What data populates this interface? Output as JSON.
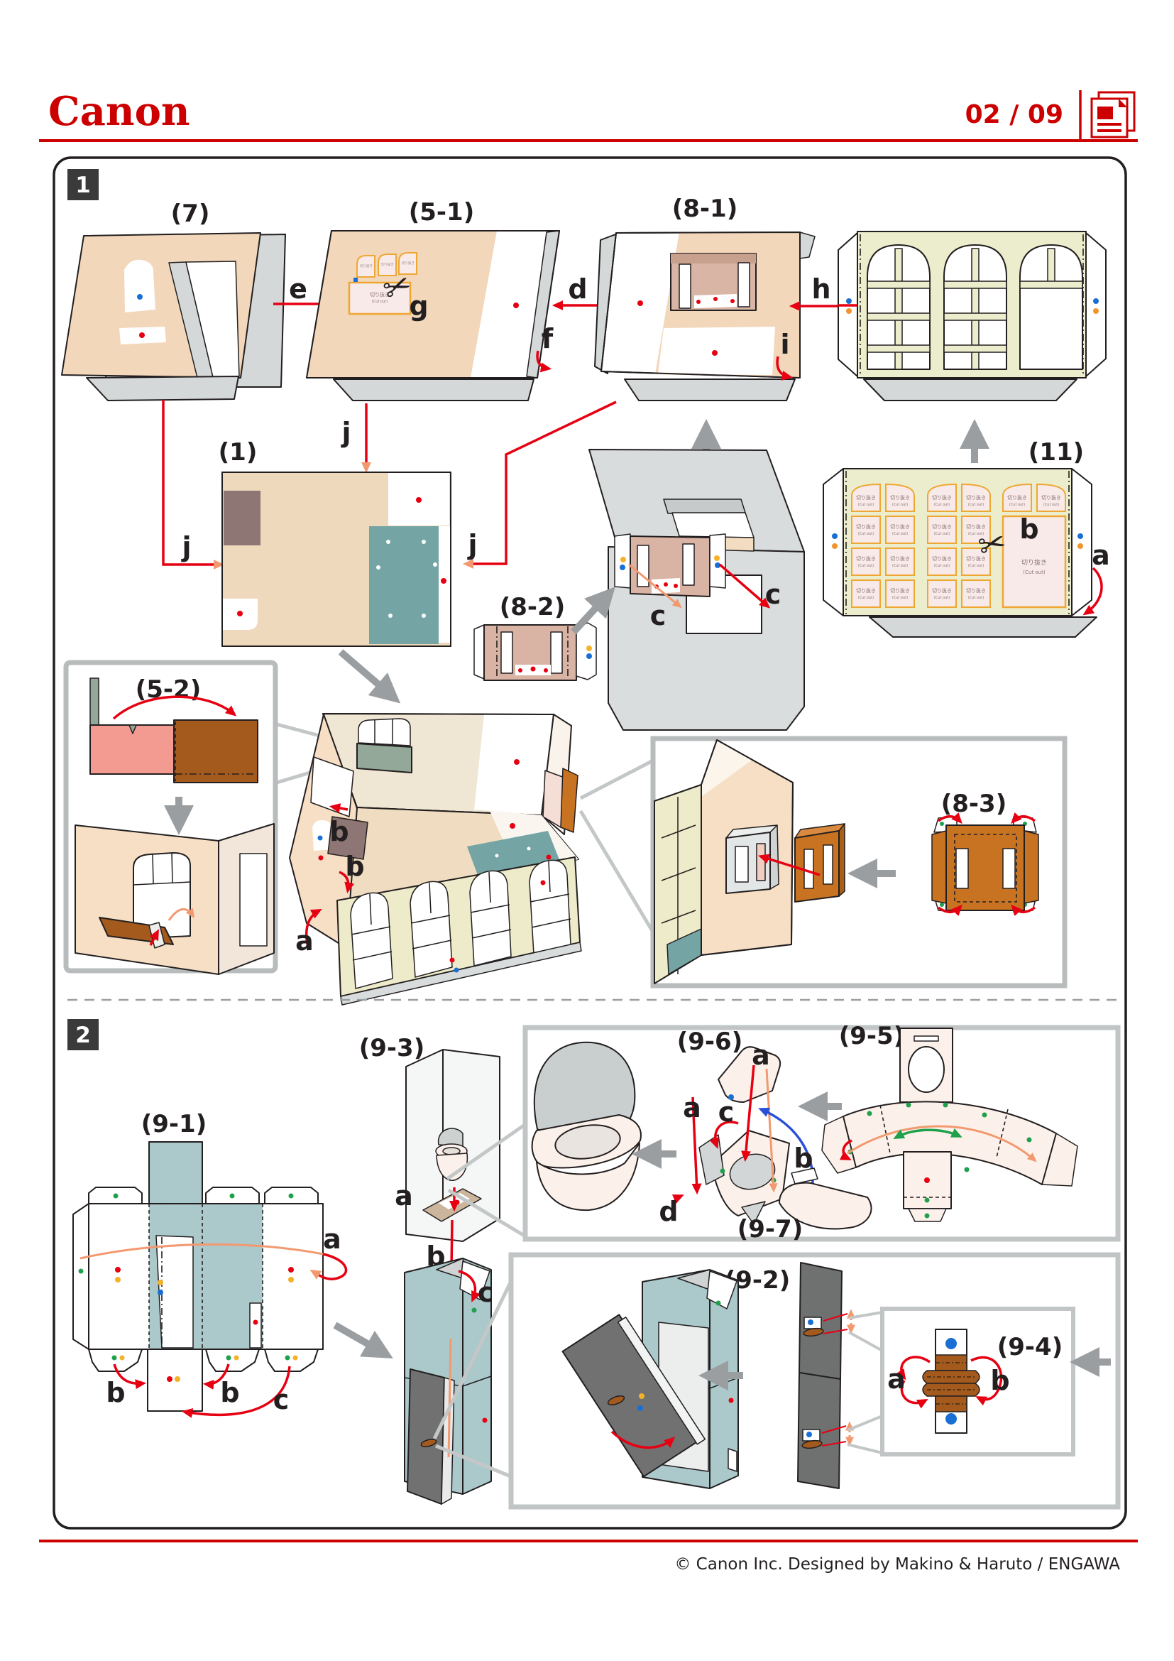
{
  "header": {
    "brand": "Canon",
    "page_indicator": "02 / 09"
  },
  "footer": {
    "copyright": "© Canon Inc. Designed by Makino & Haruto / ENGAWA"
  },
  "sections": {
    "s1": "1",
    "s2": "2"
  },
  "parts": {
    "p7": "(7)",
    "p5_1": "(5-1)",
    "p8_1": "(8-1)",
    "p1": "(1)",
    "p8_2": "(8-2)",
    "p11": "(11)",
    "p5_2": "(5-2)",
    "p8_3": "(8-3)",
    "p9_1": "(9-1)",
    "p9_3": "(9-3)",
    "p9_5": "(9-5)",
    "p9_6": "(9-6)",
    "p9_7": "(9-7)",
    "p9_2": "(9-2)",
    "p9_4": "(9-4)"
  },
  "steps": {
    "a": "a",
    "b": "b",
    "c": "c",
    "d": "d",
    "e": "e",
    "f": "f",
    "g": "g",
    "h": "h",
    "i": "i",
    "j": "j"
  },
  "cutout": {
    "jp": "切り抜き",
    "en": "(Cut out)"
  },
  "icons": {
    "scissors": "✂",
    "pages_icon": "pages-icon"
  },
  "colors": {
    "canon_red": "#cc0000",
    "arrow_red": "#e60012",
    "arrow_salmon": "#f29970",
    "arrow_blue": "#2b50d8",
    "arrow_green": "#1fa14c",
    "gray_arrow": "#9a9ea0",
    "tan_wall": "#f2d7ba",
    "gray_flap": "#d5d8d8",
    "teal_floor": "#74a4a4",
    "teal_light": "#abc8cb",
    "window_cream": "#ebedcd",
    "pane_pink": "#f9eaea",
    "pane_orange": "#efa733",
    "pink_part": "#f49b91",
    "brown": "#a45a1d",
    "shutter_orange": "#c77321",
    "door_gray": "#717171",
    "blush": "#fcf1ea"
  }
}
